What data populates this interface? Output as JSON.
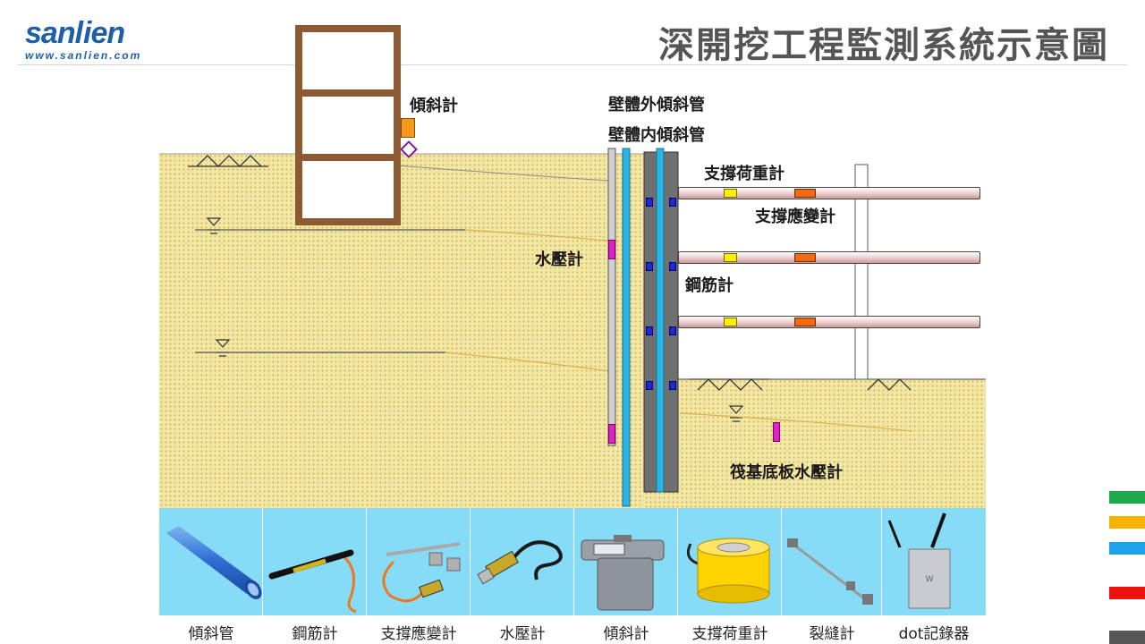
{
  "header": {
    "logo_name": "sanlien",
    "logo_url": "www.sanlien.com",
    "title": "深開挖工程監測系統示意圖"
  },
  "diagram": {
    "labels": {
      "inclinometer": "傾斜計",
      "outer_incl_pipe": "壁體外傾斜管",
      "inner_incl_pipe": "壁體内傾斜管",
      "strut_load_gauge": "支撐荷重計",
      "strut_strain_gauge": "支撐應變計",
      "piezometer": "水壓計",
      "rebar_gauge": "鋼筋計",
      "mat_piezometer": "筏基底板水壓計"
    },
    "colors": {
      "soil": "#f3e7a8",
      "building": "#8b5a33",
      "incl_pipe": "#29b6e6",
      "wall": "#707070",
      "rebar_marker": "#1c29d6",
      "piezo_marker": "#e020c8",
      "load_marker": "#ffee00",
      "strain_marker": "#ee6a14",
      "inclinometer_marker": "#f59a1c",
      "strip_bg": "#86dcf6"
    }
  },
  "products": [
    {
      "label": "傾斜管",
      "icon": "inclinometer-pipe-icon"
    },
    {
      "label": "鋼筋計",
      "icon": "rebar-gauge-icon"
    },
    {
      "label": "支撐應變計",
      "icon": "strain-gauge-icon"
    },
    {
      "label": "水壓計",
      "icon": "piezometer-icon"
    },
    {
      "label": "傾斜計",
      "icon": "tiltmeter-icon"
    },
    {
      "label": "支撐荷重計",
      "icon": "load-cell-icon"
    },
    {
      "label": "裂縫計",
      "icon": "crack-meter-icon"
    },
    {
      "label": "dot記錄器",
      "icon": "data-logger-icon"
    }
  ],
  "side_bars": [
    "#1aa84a",
    "#f6b400",
    "#1aa3e8",
    "#f01010",
    "#555555"
  ]
}
